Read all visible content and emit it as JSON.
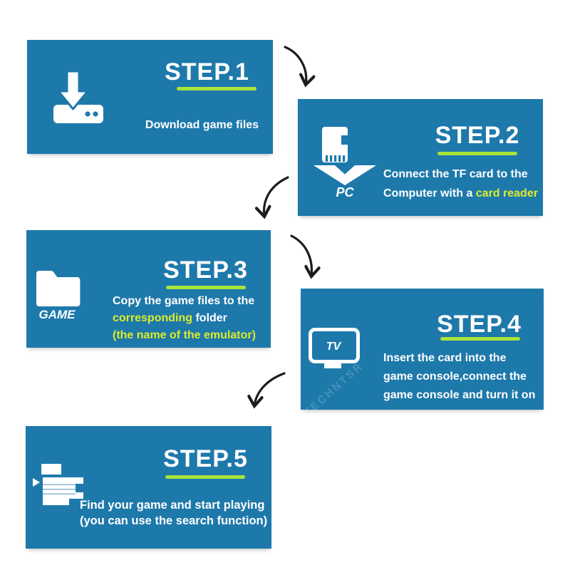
{
  "colors": {
    "box_blue": "#1e79ab",
    "underline_green": "#a9e43b",
    "highlight_yellow": "#dcec2a",
    "arrow_black": "#1c1c1c",
    "text_white": "#ffffff",
    "bg": "#ffffff"
  },
  "watermark_text": "TECHNTSR",
  "steps": [
    {
      "title": "STEP.1",
      "icon": "download-icon",
      "lines": [
        [
          {
            "t": "Download game files",
            "c": "w"
          }
        ]
      ]
    },
    {
      "title": "STEP.2",
      "icon": "tf-card-icon",
      "icon_label": "PC",
      "lines": [
        [
          {
            "t": "Connect the TF card to the",
            "c": "w"
          }
        ],
        [
          {
            "t": "Computer with a ",
            "c": "w"
          },
          {
            "t": "card reader",
            "c": "y"
          }
        ]
      ]
    },
    {
      "title": "STEP.3",
      "icon": "game-folder-icon",
      "icon_label": "GAME",
      "lines": [
        [
          {
            "t": "Copy the game files to the",
            "c": "w"
          }
        ],
        [
          {
            "t": "corresponding",
            "c": "y"
          },
          {
            "t": " folder",
            "c": "w"
          }
        ],
        [
          {
            "t": "(the name of the emulator)",
            "c": "y"
          }
        ]
      ]
    },
    {
      "title": "STEP.4",
      "icon": "tv-icon",
      "icon_label": "TV",
      "lines": [
        [
          {
            "t": "Insert the card into the",
            "c": "w"
          }
        ],
        [
          {
            "t": "game console,connect the",
            "c": "w"
          }
        ],
        [
          {
            "t": "game console and turn it on",
            "c": "w"
          }
        ]
      ]
    },
    {
      "title": "STEP.5",
      "icon": "game-list-icon",
      "lines": [
        [
          {
            "t": "Find your game and start playing",
            "c": "w"
          }
        ],
        [
          {
            "t": "(you can use the search function)",
            "c": "w"
          }
        ]
      ]
    }
  ]
}
